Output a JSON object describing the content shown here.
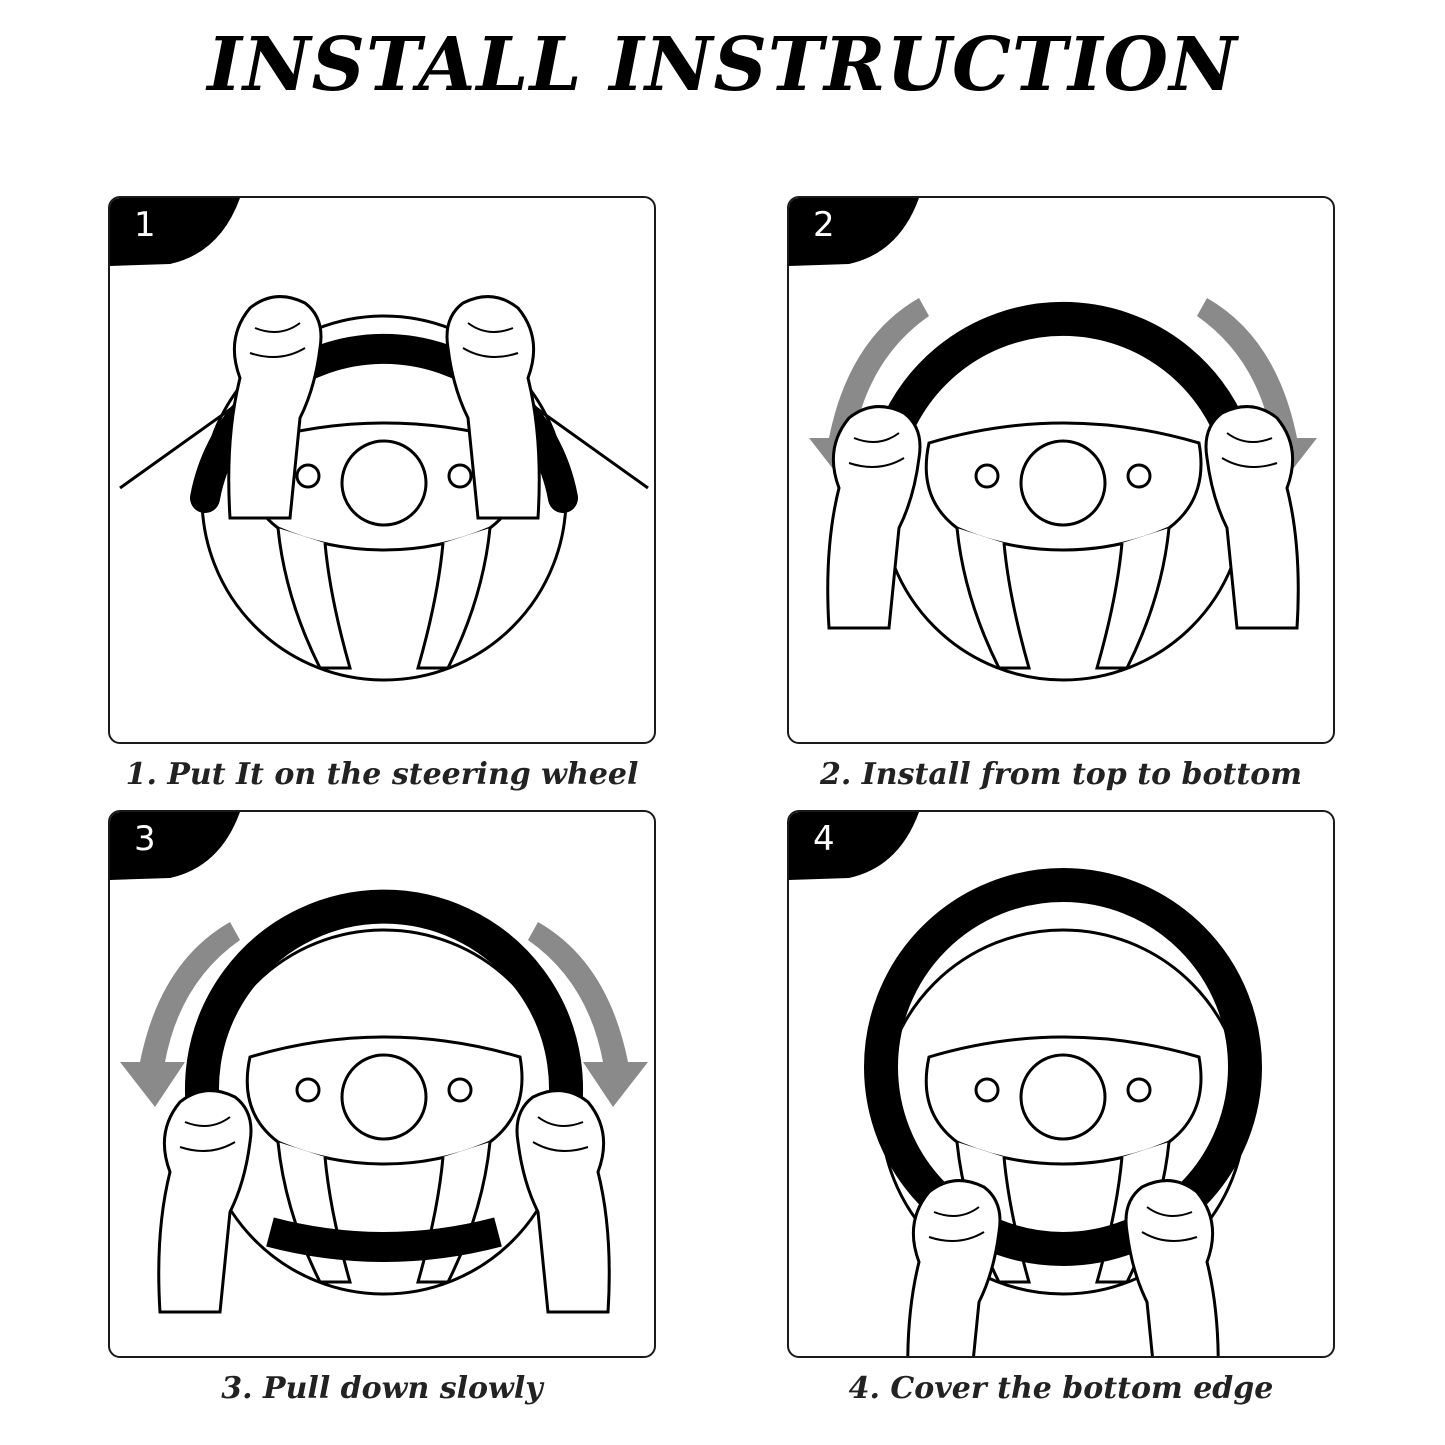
{
  "title": "INSTALL INSTRUCTION",
  "steps": [
    {
      "number": "1",
      "caption": "1. Put It on the steering wheel",
      "illustration": "hands-placing-cover-on-wheel-top"
    },
    {
      "number": "2",
      "caption": "2. Install from top to bottom",
      "illustration": "cover-on-top-half-arrows-down"
    },
    {
      "number": "3",
      "caption": "3. Pull down slowly",
      "illustration": "pulling-cover-down-arrows"
    },
    {
      "number": "4",
      "caption": "4. Cover the bottom edge",
      "illustration": "cover-bottom-edge-hands"
    }
  ],
  "colors": {
    "ink": "#000000",
    "arrow": "#8a8a8a",
    "background": "#ffffff"
  }
}
